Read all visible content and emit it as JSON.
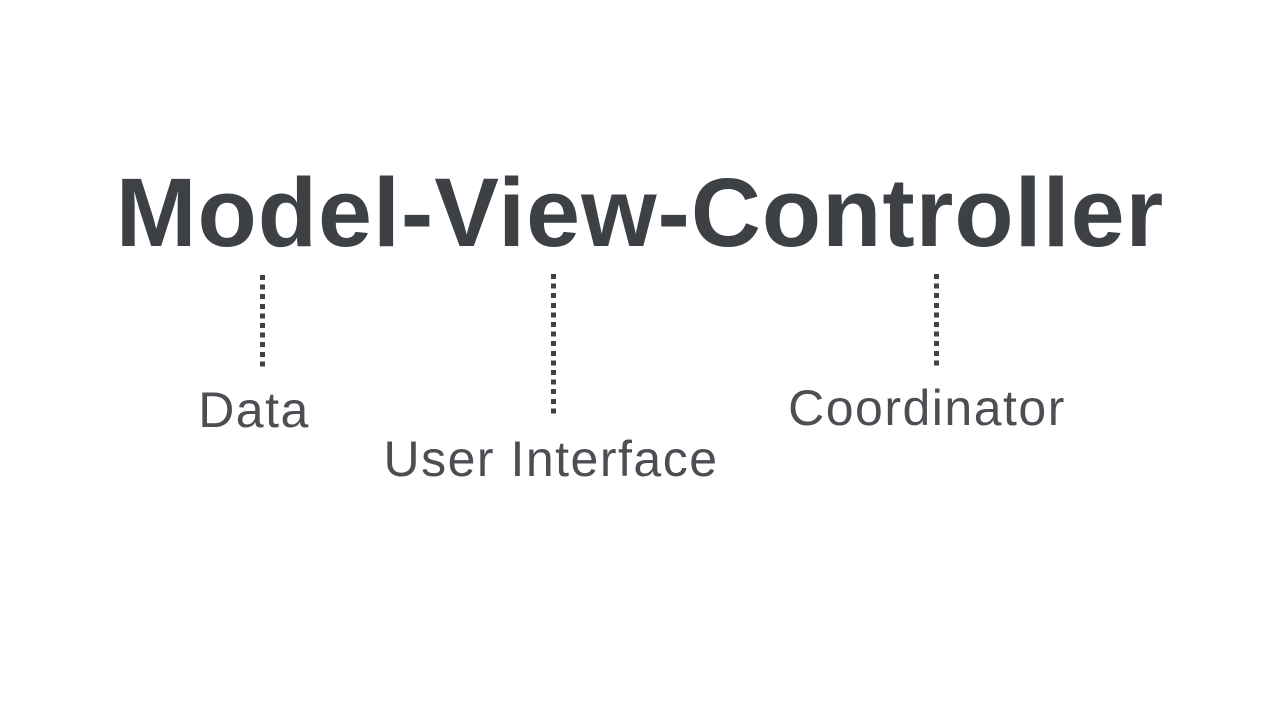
{
  "slide": {
    "title": "Model-View-Controller",
    "colors": {
      "background": "#ffffff",
      "title_text": "#3d4145",
      "label_text": "#4b4f54",
      "connector_dots": "#3f4246"
    },
    "annotations": [
      {
        "term": "Model",
        "label": "Data"
      },
      {
        "term": "View",
        "label": "User Interface"
      },
      {
        "term": "Controller",
        "label": "Coordinator"
      }
    ]
  }
}
